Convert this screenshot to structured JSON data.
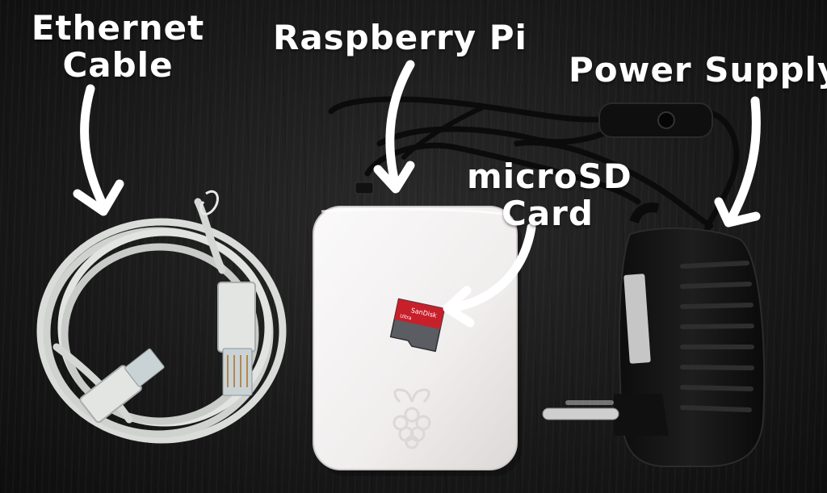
{
  "labels": {
    "ethernet": {
      "line1": "Ethernet",
      "line2": "Cable"
    },
    "raspberry_pi": "Raspberry Pi",
    "microsd": {
      "line1": "microSD",
      "line2": "Card"
    },
    "power_supply": "Power Supply"
  },
  "sd_card": {
    "brand": "SanDisk",
    "product": "Ultra"
  },
  "colors": {
    "background": "#1a1a1a",
    "cable": "#d9dcd9",
    "pi_case": "#f1eeee",
    "power_supply": "#141414",
    "sd_red": "#c8202b",
    "sd_gray": "#5b5d63",
    "annotation": "#ffffff"
  },
  "icons": [
    "raspberry-logo-icon"
  ]
}
